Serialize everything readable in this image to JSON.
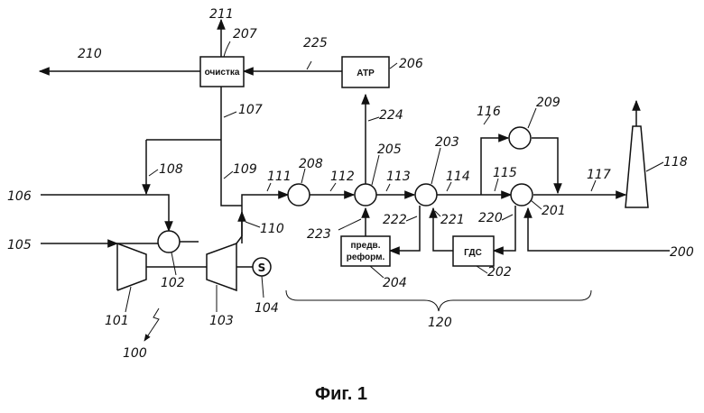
{
  "caption": "Фиг. 1",
  "boxes": {
    "cleaning": "очистка",
    "atr": "АТР",
    "prereformer_line1": "предв.",
    "prereformer_line2": "реформ.",
    "hds": "ГДС"
  },
  "labels": {
    "r211": "211",
    "r207": "207",
    "r210": "210",
    "r225": "225",
    "r206": "206",
    "r107": "107",
    "r224": "224",
    "r116": "116",
    "r209": "209",
    "r108": "108",
    "r109": "109",
    "r111": "111",
    "r208": "208",
    "r112": "112",
    "r205": "205",
    "r113": "113",
    "r203": "203",
    "r114": "114",
    "r115": "115",
    "r117": "117",
    "r118": "118",
    "r106": "106",
    "r110": "110",
    "r223": "223",
    "r222": "222",
    "r221": "221",
    "r220": "220",
    "r201": "201",
    "r200": "200",
    "r105": "105",
    "r102": "102",
    "r204": "204",
    "r202": "202",
    "r104": "104",
    "r101": "101",
    "r103": "103",
    "r100": "100",
    "r120": "120",
    "s": "S"
  }
}
